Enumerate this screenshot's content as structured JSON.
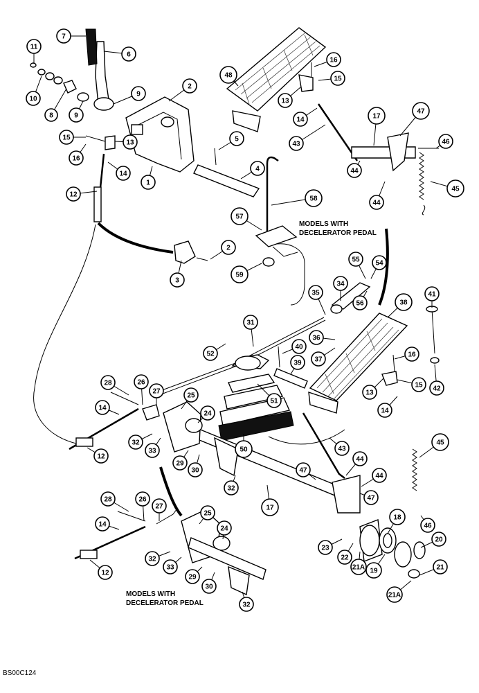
{
  "figure_id": "BS00C124",
  "notes": [
    {
      "id": "note-top",
      "lines": [
        "MODELS WITH",
        "DECELERATOR PEDAL"
      ]
    },
    {
      "id": "note-bottom",
      "lines": [
        "MODELS WITH",
        "DECELERATOR PEDAL"
      ]
    }
  ],
  "callout_labels": [
    "1",
    "2",
    "3",
    "4",
    "5",
    "6",
    "7",
    "8",
    "9",
    "10",
    "11",
    "12",
    "13",
    "14",
    "15",
    "16",
    "17",
    "18",
    "19",
    "20",
    "21",
    "21A",
    "22",
    "23",
    "24",
    "25",
    "26",
    "27",
    "28",
    "29",
    "30",
    "31",
    "32",
    "33",
    "34",
    "35",
    "36",
    "37",
    "38",
    "39",
    "40",
    "41",
    "42",
    "43",
    "44",
    "45",
    "46",
    "47",
    "48",
    "50",
    "51",
    "52",
    "54",
    "55",
    "56",
    "57",
    "58",
    "59"
  ]
}
